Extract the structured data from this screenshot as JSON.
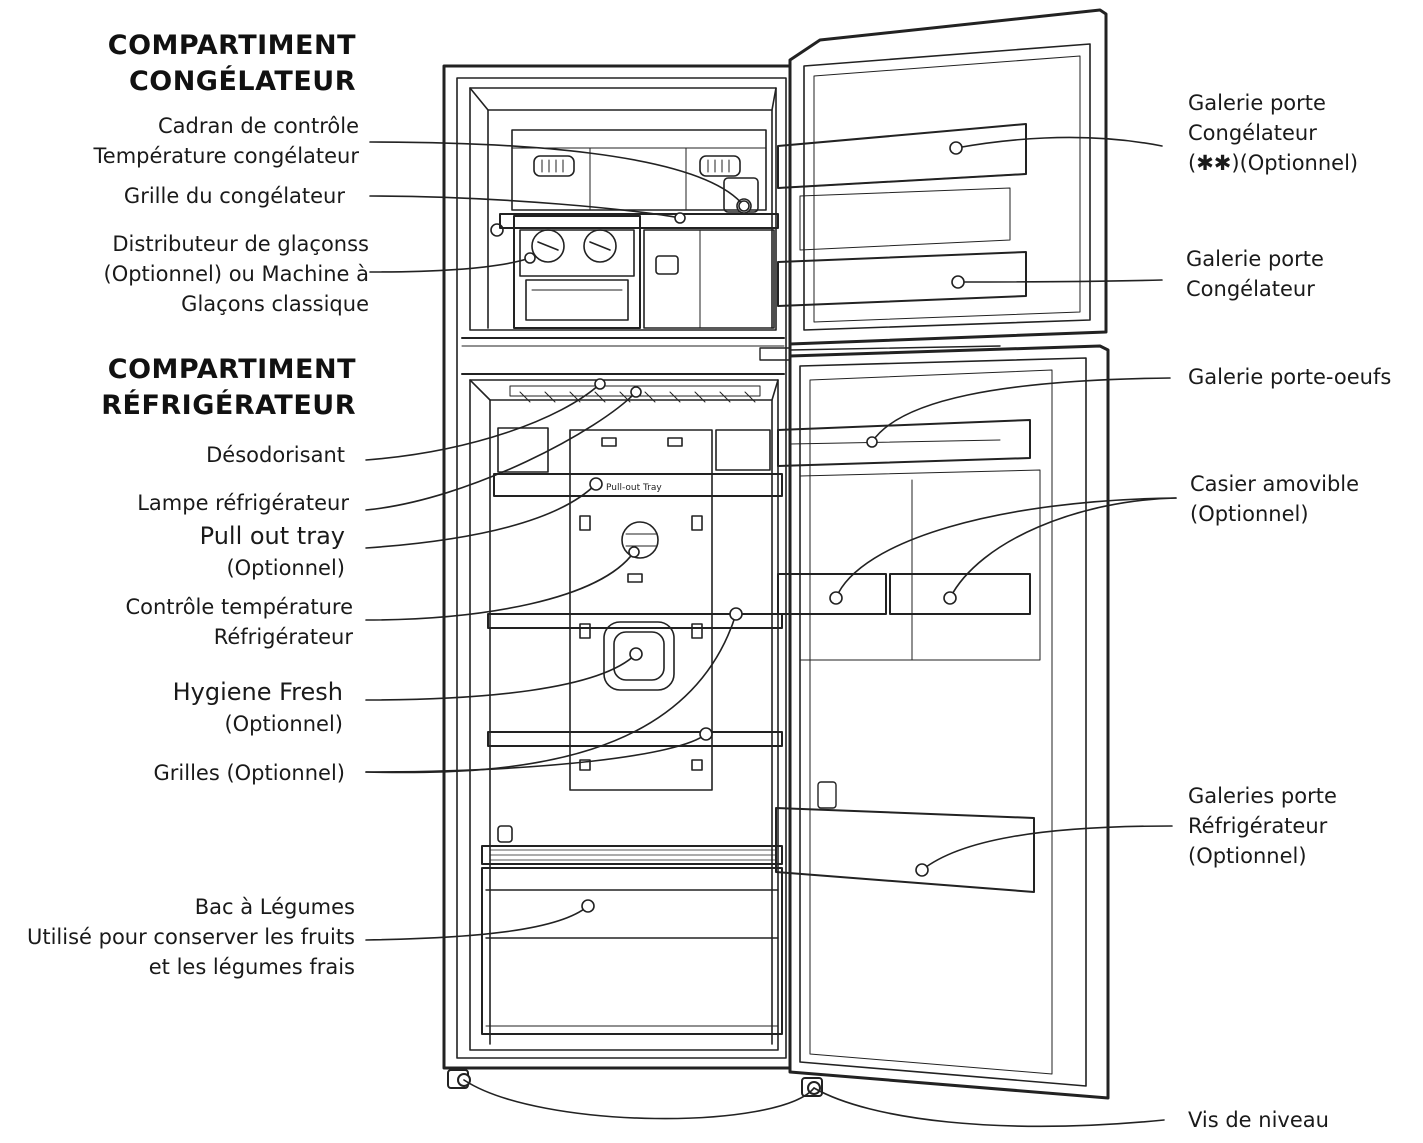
{
  "headings": {
    "freezer": [
      "COMPARTIMENT",
      "CONGÉLATEUR"
    ],
    "fridge": [
      "COMPARTIMENT",
      "RÉFRIGÉRATEUR"
    ]
  },
  "labels_left": {
    "freezer_temp_dial": [
      "Cadran de contrôle",
      "Température congélateur"
    ],
    "freezer_shelf": [
      "Grille du congélateur"
    ],
    "ice_maker": [
      "Distributeur de glaçonss",
      "(Optionnel) ou Machine à",
      "Glaçons classique"
    ],
    "deodorizer": [
      "Désodorisant"
    ],
    "fridge_lamp": [
      "Lampe réfrigérateur"
    ],
    "pull_out_tray": [
      "Pull out tray",
      "(Optionnel)"
    ],
    "fridge_temp_control": [
      "Contrôle température",
      "Réfrigérateur"
    ],
    "hygiene_fresh": [
      "Hygiene Fresh",
      "(Optionnel)"
    ],
    "shelves": [
      "Grilles (Optionnel)"
    ],
    "vegetable_crisper": [
      "Bac à Légumes",
      "Utilisé pour conserver les fruits",
      "et les légumes frais"
    ]
  },
  "labels_right": {
    "freezer_door_bin_optional": [
      "Galerie porte",
      "Congélateur",
      "(✱✱)(Optionnel)"
    ],
    "freezer_door_bin": [
      "Galerie porte",
      "Congélateur"
    ],
    "egg_tray": [
      "Galerie porte-oeufs"
    ],
    "removable_basket": [
      "Casier amovible",
      "(Optionnel)"
    ],
    "fridge_door_bins": [
      "Galeries porte",
      "Réfrigérateur",
      "(Optionnel)"
    ],
    "leveling_screws": [
      "Vis de niveau"
    ]
  },
  "tray_print": "Pull-out Tray"
}
